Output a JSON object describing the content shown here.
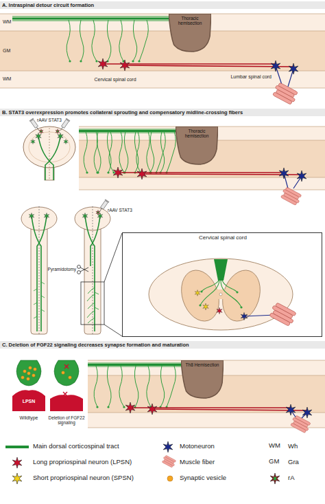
{
  "diagram": {
    "nodes": [
      {
        "text": [
          "A. Intraspinal detour circuit formation"
        ]
      },
      {
        "text": [
          "Thoracic hemisection"
        ]
      },
      {
        "text": [
          "B. STAT3 overexpression promotes collateral sprouting and compensatory midline-crossing fibers"
        ]
      },
      {
        "text": [
          "Thoracic hemisection"
        ]
      },
      {
        "text": [
          "Cervical spinal cord"
        ]
      },
      {
        "text": [
          "C. Deletion of FGF22 signaling decreases synapse formation and maturation"
        ]
      },
      {
        "text": [
          "Th8 Hemisection"
        ]
      }
    ],
    "labels": [
      "WM",
      "GM",
      "WM",
      "Cervical spinal cord",
      "Lumbar spinal cord",
      "rAAV STAT3",
      "rAAV STAT3",
      "Pyramidotomy",
      "LPSN",
      "Wildtype",
      "Deletion of FGF22 signaling",
      "WM",
      "GM"
    ],
    "legend": [
      {
        "text": "Main dorsal corticospinal tract"
      },
      {
        "text": "Long propriospinal neuron (LPSN)"
      },
      {
        "text": "Short propriospinal neuron (SPSN)"
      },
      {
        "text": "Motoneuron"
      },
      {
        "text": "Muscle fiber"
      },
      {
        "text": "Synaptic vesicle"
      },
      {
        "text": "Wh"
      },
      {
        "text": "Gra"
      },
      {
        "text": "rA"
      }
    ]
  }
}
